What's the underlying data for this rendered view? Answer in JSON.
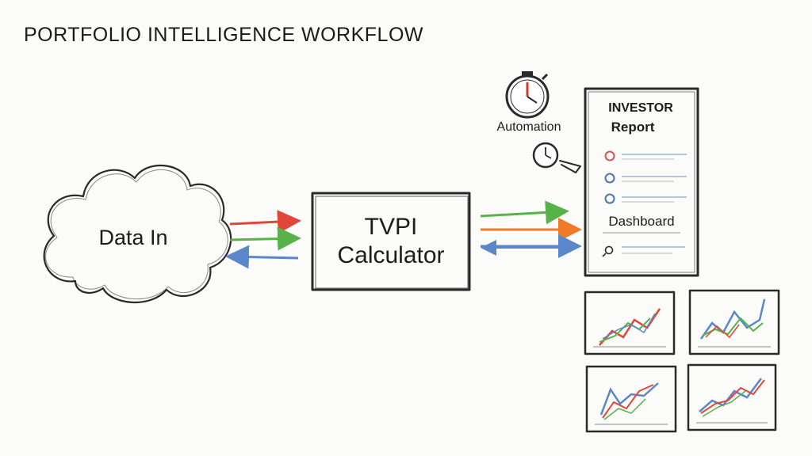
{
  "title": "PORTFOLIO INTELLIGENCE WORKFLOW",
  "nodes": {
    "data_in": "Data In",
    "calculator_line1": "TVPI",
    "calculator_line2": "Calculator",
    "automation": "Automation",
    "report_line1": "INVESTOR",
    "report_line2": "Report",
    "dashboard": "Dashboard"
  },
  "colors": {
    "arrow_red": "#e0473a",
    "arrow_green": "#58b24a",
    "arrow_blue": "#5b86c9",
    "arrow_orange": "#ef7a2a",
    "clock_red": "#d23b2a",
    "list_red": "#d9534f",
    "list_blue": "#4b74b8"
  },
  "icons": [
    "cloud-icon",
    "stopwatch-icon",
    "clock-icon",
    "search-icon",
    "line-chart-icon"
  ]
}
